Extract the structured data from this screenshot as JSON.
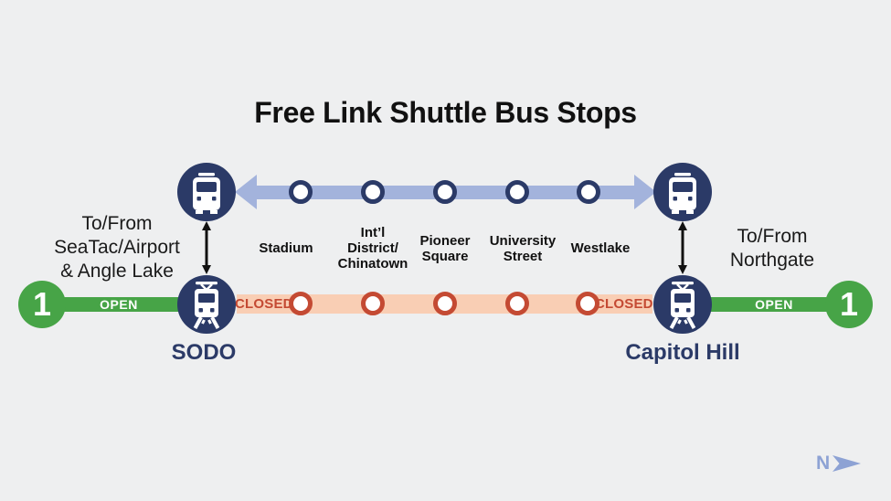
{
  "title": "Free Link Shuttle Bus Stops",
  "shuttle_line": {
    "stations": [
      {
        "label": "Stadium"
      },
      {
        "label": "Int’l\nDistrict/\nChinatown"
      },
      {
        "label": "Pioneer\nSquare"
      },
      {
        "label": "University\nStreet"
      },
      {
        "label": "Westlake"
      }
    ]
  },
  "link_line": {
    "route_number": "1",
    "left": {
      "status": "OPEN",
      "station": "SODO",
      "direction": "To/From\nSeaTac/Airport\n& Angle Lake"
    },
    "right": {
      "status": "OPEN",
      "station": "Capitol Hill",
      "direction": "To/From\nNorthgate"
    },
    "closed_label_left": "CLOSED",
    "closed_label_right": "CLOSED"
  },
  "compass": {
    "label": "N"
  },
  "colors": {
    "background": "#eeeff0",
    "navy": "#2b3a67",
    "shuttle_blue": "#a3b3dc",
    "open_green": "#47a447",
    "closed_band_peach": "#f9ceb4",
    "closed_red": "#c44a33",
    "compass_blue": "#8da2d4"
  }
}
